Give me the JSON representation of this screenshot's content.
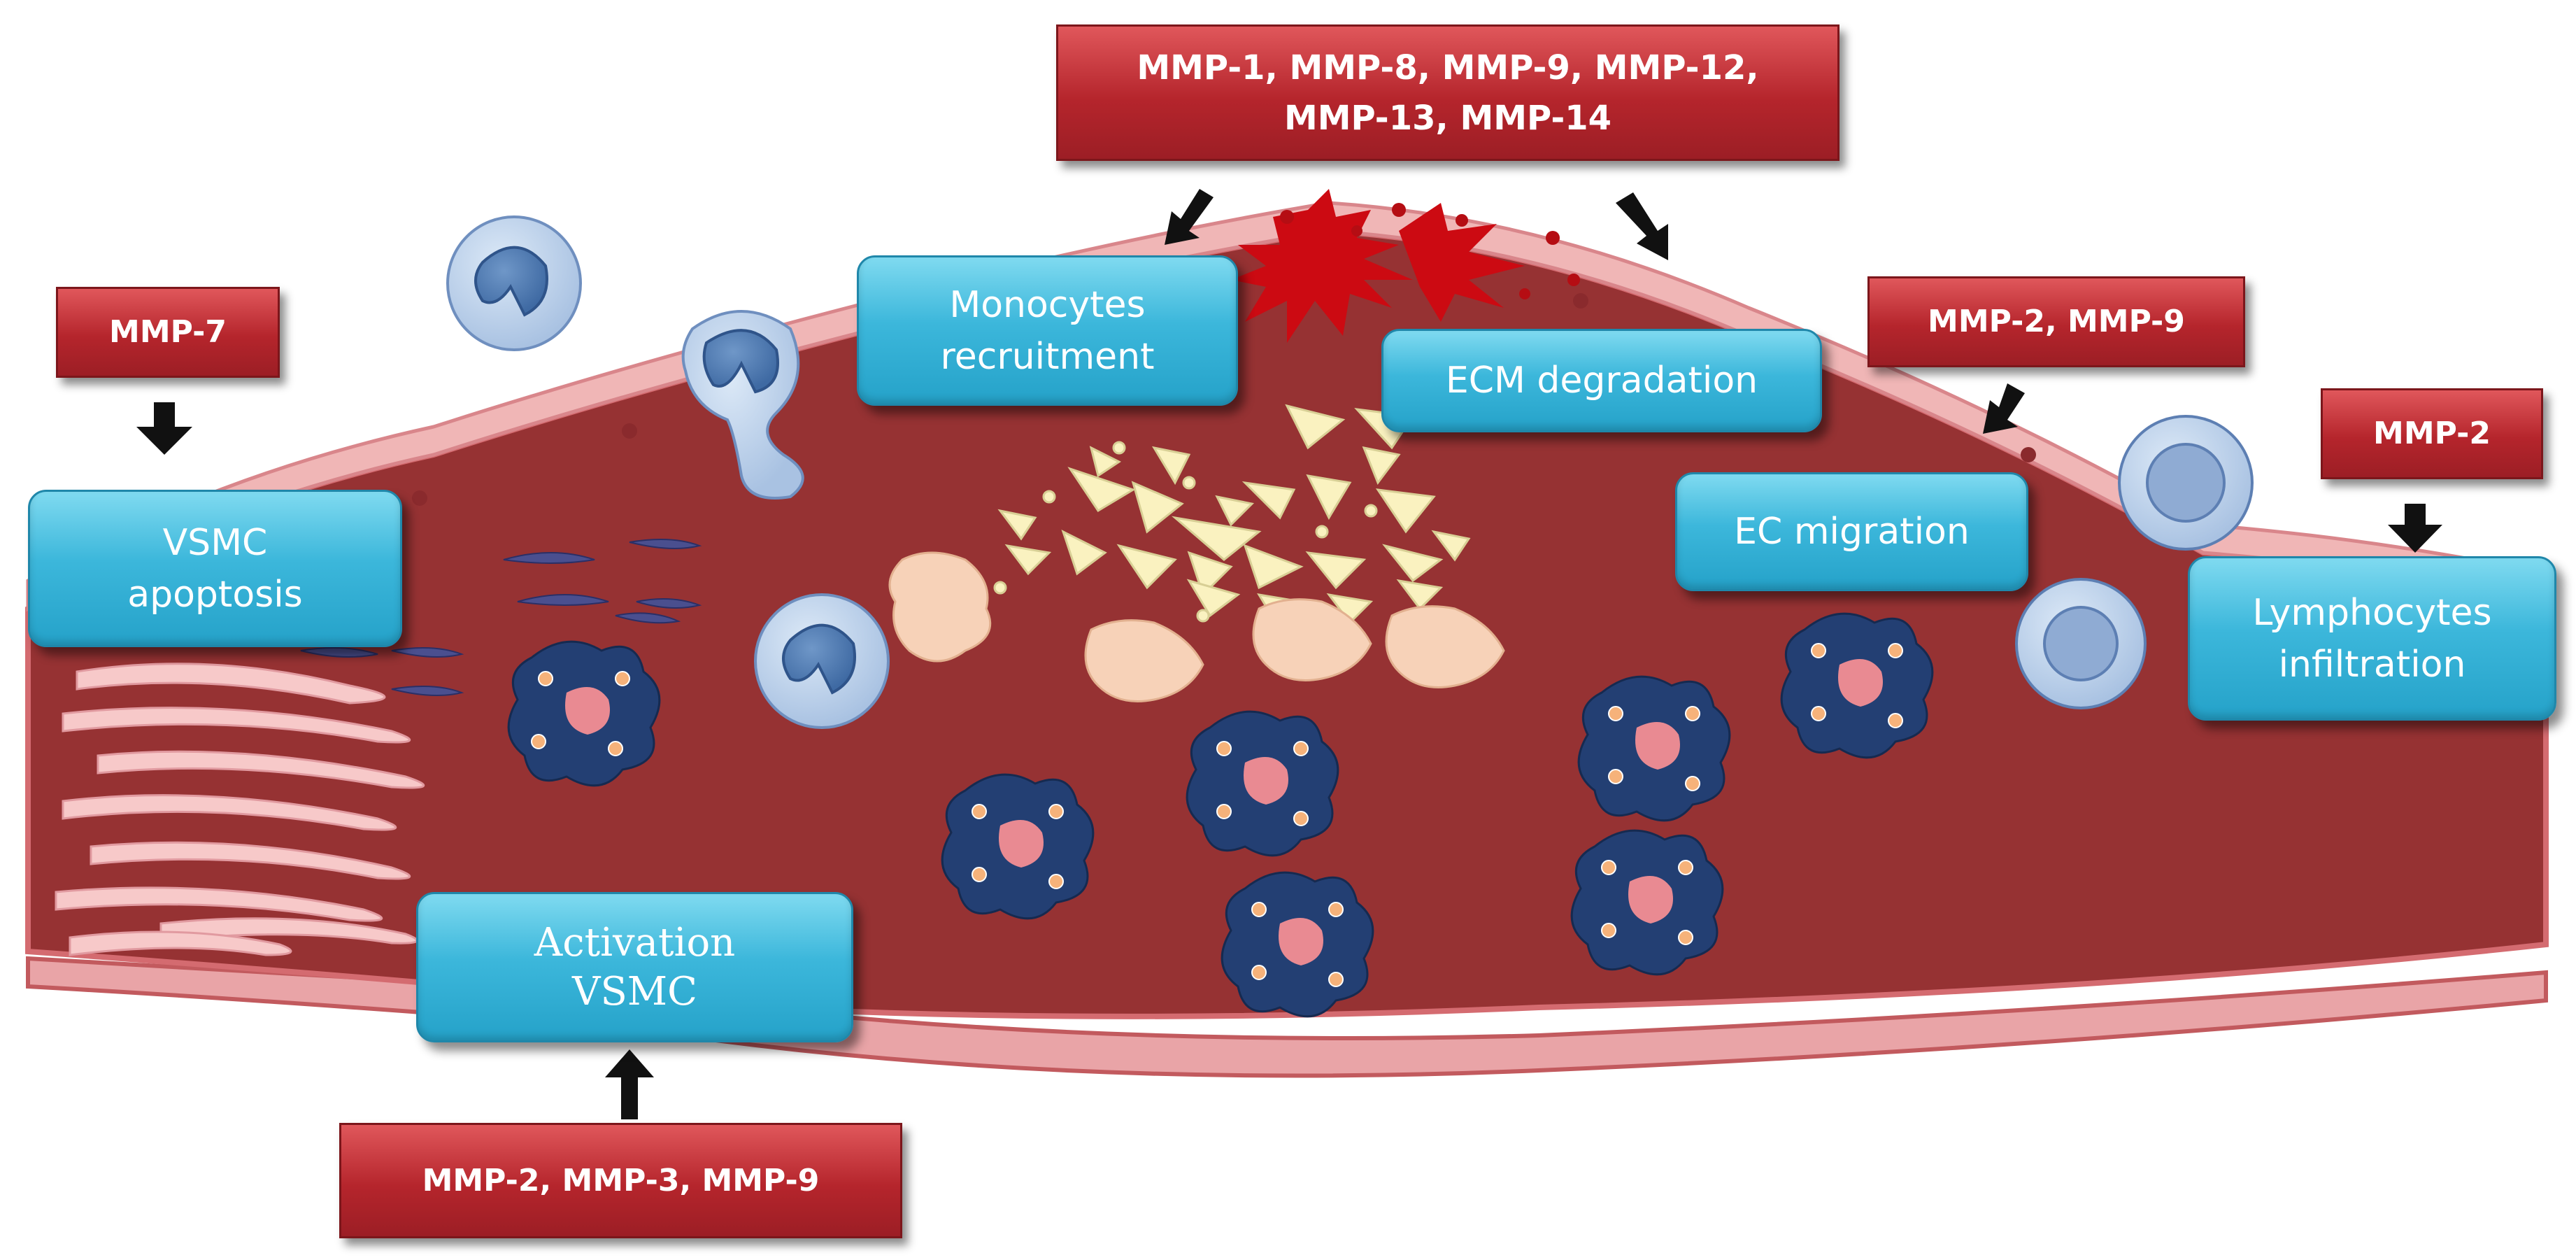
{
  "mmp_labels": {
    "top": "MMP-1, MMP-8, MMP-9, MMP-12, MMP-13, MMP-14",
    "vsmc_apoptosis": "MMP-7",
    "ec_migration": "MMP-2, MMP-9",
    "lymphocytes": "MMP-2",
    "activation": "MMP-2, MMP-3, MMP-9"
  },
  "processes": {
    "monocytes": "Monocytes recruitment",
    "ecm": "ECM degradation",
    "ec_migration": "EC migration",
    "vsmc_apoptosis": "VSMC apoptosis",
    "lymphocytes": "Lymphocytes infiltration",
    "activation_line1": "Activation",
    "activation_line2": "VSMC"
  },
  "colors": {
    "plaque": "#963233",
    "intima_border": "#e8a3a6",
    "endothelium": "#f3b8b8",
    "mmp_box": "#b5252c",
    "process_box": "#3cb7db",
    "macrophage": "#233f73",
    "rupture": "#cc0a12",
    "debris": "#faf2c0"
  }
}
